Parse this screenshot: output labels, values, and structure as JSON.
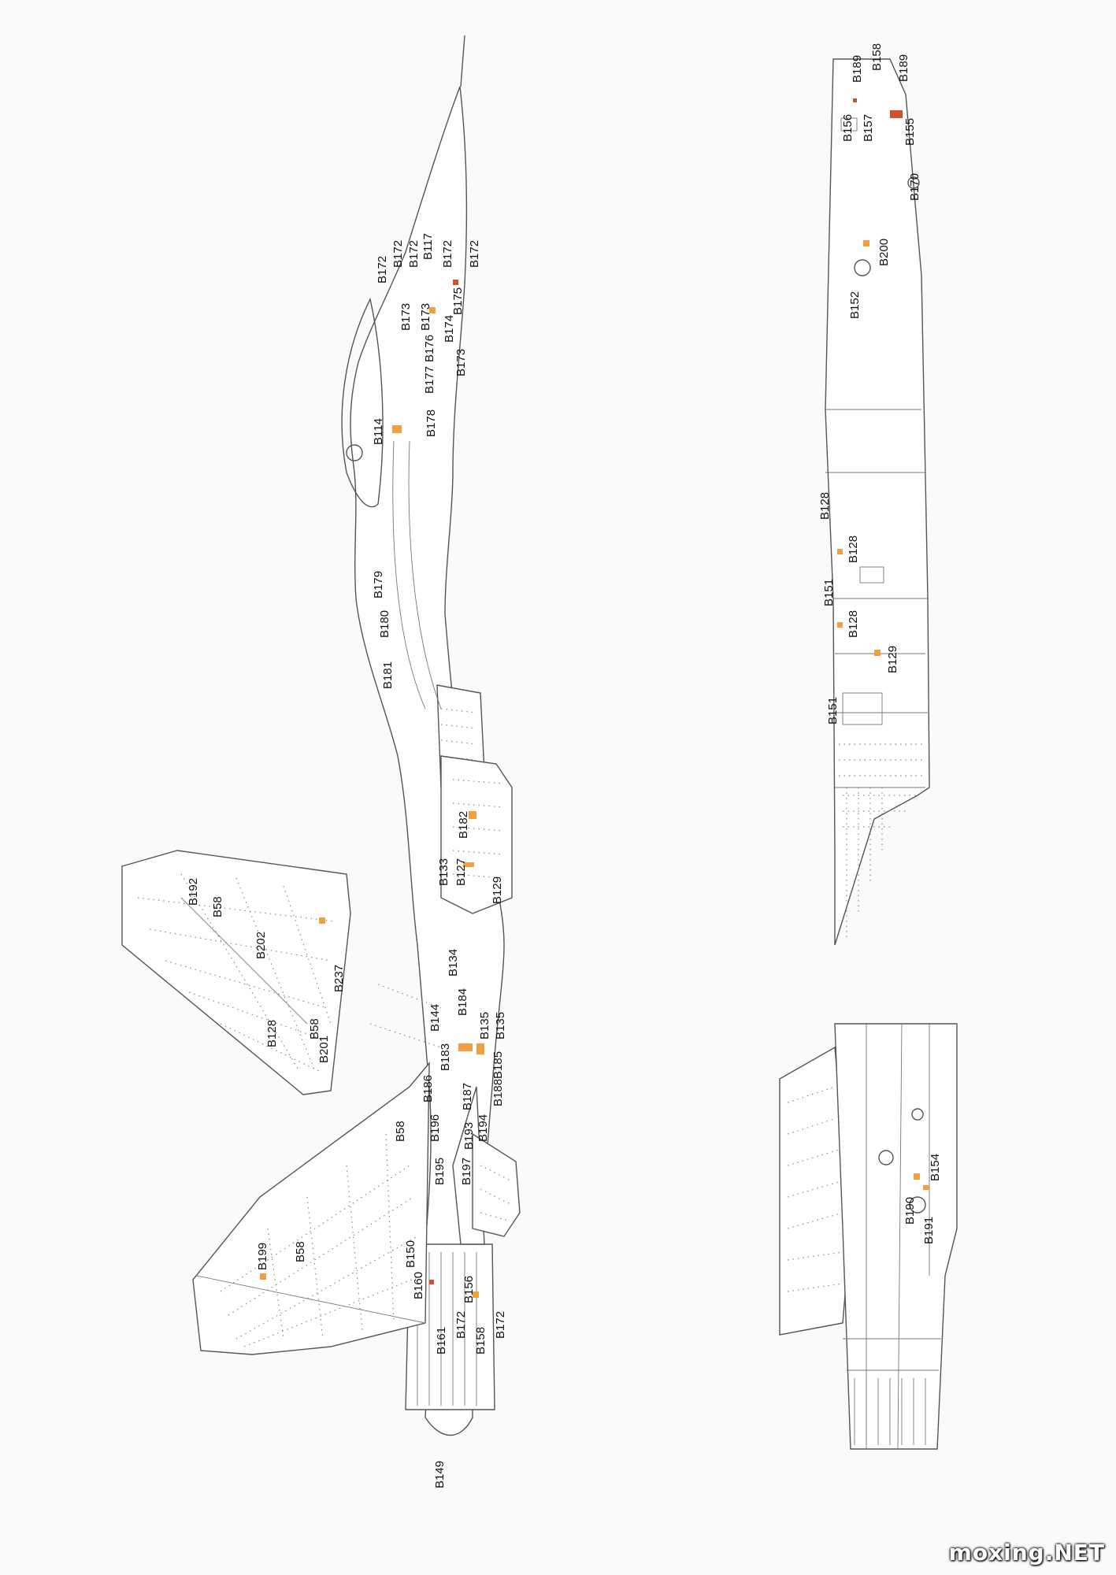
{
  "watermark": "moxing.NET",
  "callouts": {
    "main": [
      {
        "t": "B172"
      },
      {
        "t": "B172"
      },
      {
        "t": "B172"
      },
      {
        "t": "B117"
      },
      {
        "t": "B172"
      },
      {
        "t": "B172"
      },
      {
        "t": "B173"
      },
      {
        "t": "B173"
      },
      {
        "t": "B175"
      },
      {
        "t": "B174"
      },
      {
        "t": "B176"
      },
      {
        "t": "B173"
      },
      {
        "t": "B177"
      },
      {
        "t": "B178"
      },
      {
        "t": "B114"
      },
      {
        "t": "B179"
      },
      {
        "t": "B180"
      },
      {
        "t": "B181"
      },
      {
        "t": "B182"
      },
      {
        "t": "B133"
      },
      {
        "t": "B127"
      },
      {
        "t": "B129"
      },
      {
        "t": "B134"
      },
      {
        "t": "B184"
      },
      {
        "t": "B144"
      },
      {
        "t": "B135"
      },
      {
        "t": "B135"
      },
      {
        "t": "B183"
      },
      {
        "t": "B185"
      },
      {
        "t": "B188"
      },
      {
        "t": "B186"
      },
      {
        "t": "B187"
      },
      {
        "t": "B196"
      },
      {
        "t": "B193"
      },
      {
        "t": "B194"
      },
      {
        "t": "B195"
      },
      {
        "t": "B197"
      },
      {
        "t": "B58"
      },
      {
        "t": "B150"
      },
      {
        "t": "B160"
      },
      {
        "t": "B156"
      },
      {
        "t": "B172"
      },
      {
        "t": "B172"
      },
      {
        "t": "B161"
      },
      {
        "t": "B158"
      },
      {
        "t": "B149"
      }
    ],
    "tail": [
      {
        "t": "B192"
      },
      {
        "t": "B58"
      },
      {
        "t": "B202"
      },
      {
        "t": "B237"
      },
      {
        "t": "B128"
      },
      {
        "t": "B58"
      },
      {
        "t": "B201"
      }
    ],
    "wing": [
      {
        "t": "B199"
      },
      {
        "t": "B58"
      }
    ],
    "fuselage": [
      {
        "t": "B189"
      },
      {
        "t": "B158"
      },
      {
        "t": "B189"
      },
      {
        "t": "B156"
      },
      {
        "t": "B157"
      },
      {
        "t": "B155"
      },
      {
        "t": "B170"
      },
      {
        "t": "B200"
      },
      {
        "t": "B152"
      },
      {
        "t": "B128"
      },
      {
        "t": "B128"
      },
      {
        "t": "B151"
      },
      {
        "t": "B128"
      },
      {
        "t": "B129"
      },
      {
        "t": "B151"
      }
    ],
    "detail": [
      {
        "t": "B154"
      },
      {
        "t": "B190"
      },
      {
        "t": "B191"
      }
    ]
  }
}
